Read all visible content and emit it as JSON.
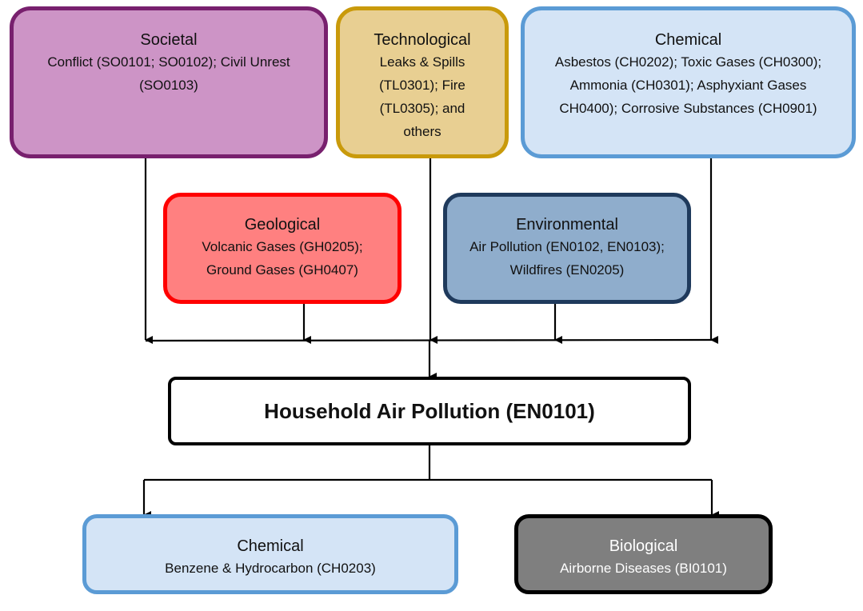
{
  "nodes": {
    "societal": {
      "title": "Societal",
      "desc": "Conflict (SO0101; SO0102); Civil Unrest (SO0103)",
      "fill": "#CD94C6",
      "border": "#78206E"
    },
    "technological": {
      "title": "Technological",
      "desc": "Leaks & Spills (TL0301); Fire (TL0305); and others",
      "fill": "#E8CF92",
      "border": "#C99A0B"
    },
    "chemical_top": {
      "title": "Chemical",
      "desc": "Asbestos (CH0202); Toxic Gases (CH0300); Ammonia (CH0301); Asphyxiant Gases CH0400); Corrosive Substances (CH0901)",
      "fill": "#D4E4F6",
      "border": "#5B9BD5"
    },
    "geological": {
      "title": "Geological",
      "desc": "Volcanic Gases (GH0205); Ground Gases (GH0407)",
      "fill": "#FF8080",
      "border": "#FF0000"
    },
    "environmental": {
      "title": "Environmental",
      "desc": "Air Pollution (EN0102, EN0103); Wildfires (EN0205)",
      "fill": "#8FADCC",
      "border": "#1F3A5C"
    },
    "center": {
      "title": "Household Air Pollution (EN0101)"
    },
    "chemical_bottom": {
      "title": "Chemical",
      "desc": "Benzene & Hydrocarbon (CH0203)",
      "fill": "#D4E4F6",
      "border": "#5B9BD5"
    },
    "biological": {
      "title": "Biological",
      "desc": "Airborne Diseases (BI0101)",
      "fill": "#7F7F7F",
      "border": "#000000",
      "text_color": "#FFFFFF"
    }
  }
}
